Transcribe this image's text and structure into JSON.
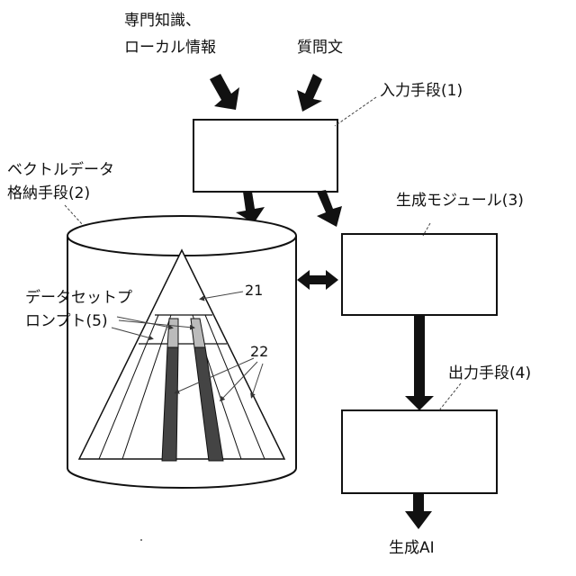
{
  "inputs": {
    "expert_knowledge_line1": "専門知識、",
    "expert_knowledge_line2": "ローカル情報",
    "question_text": "質問文"
  },
  "components": {
    "input_means": "入力手段(1)",
    "vector_store_line1": "ベクトルデータ",
    "vector_store_line2": "格納手段(2)",
    "generation_module": "生成モジュール(3)",
    "output_means": "出力手段(4)",
    "dataset_prompt_line1": "データセットプ",
    "dataset_prompt_line2": "ロンプト(5)"
  },
  "reference_numbers": {
    "triangle": "21",
    "bands": "22"
  },
  "output": {
    "generated_ai": "生成AI"
  }
}
